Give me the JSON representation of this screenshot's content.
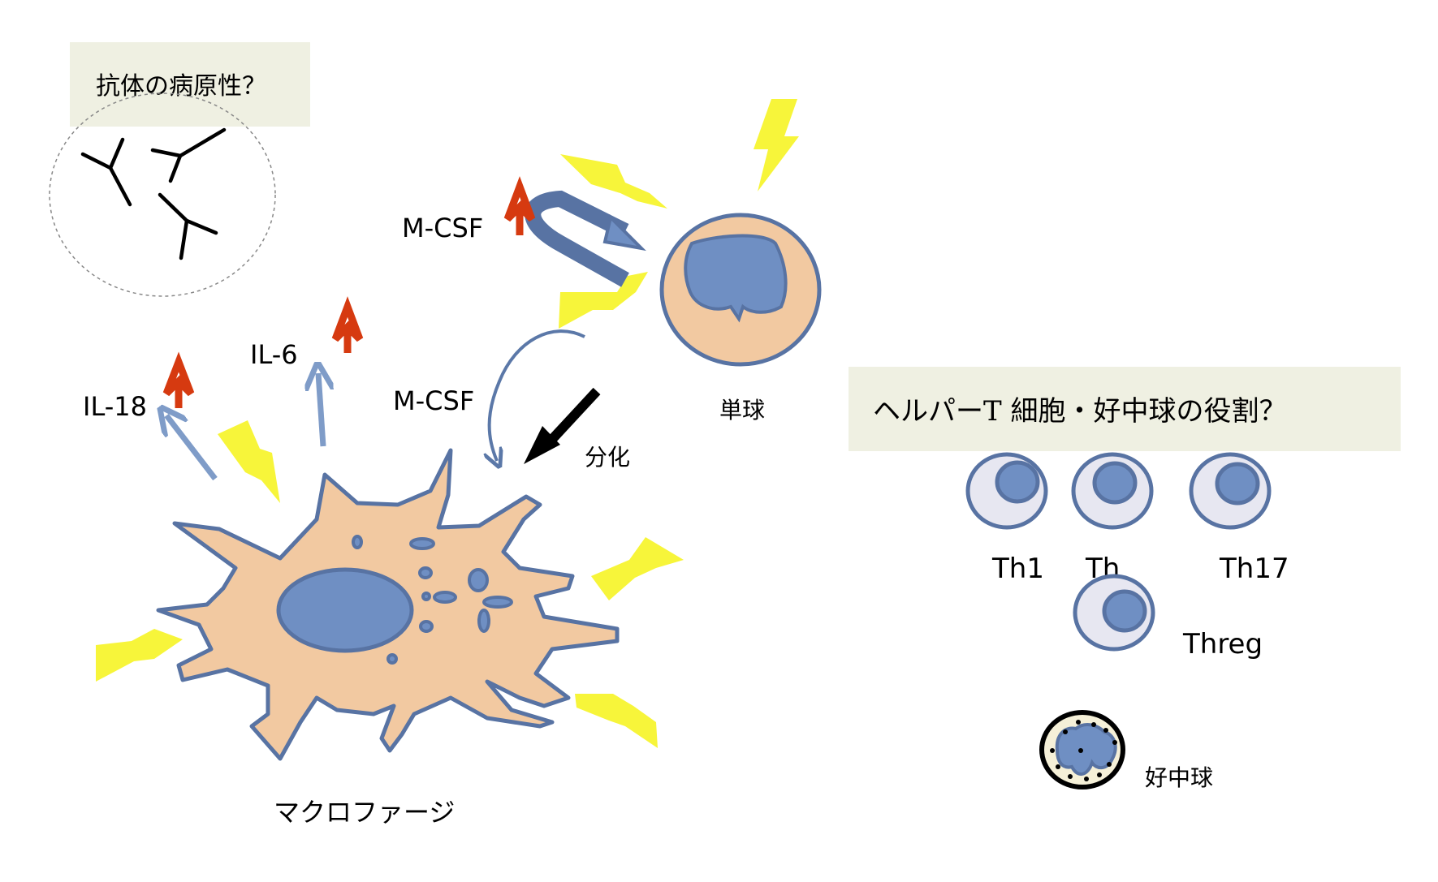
{
  "antibody_box": {
    "title": "抗体の病原性？"
  },
  "helper_box": {
    "title": "ヘルパーT 細胞・好中球の役割？"
  },
  "cytokines": {
    "mcsf_top": "M-CSF",
    "mcsf_mid": "M-CSF",
    "il6": "IL-6",
    "il18": "IL-18"
  },
  "process": {
    "differentiation": "分化"
  },
  "cells": {
    "monocyte": "単球",
    "macrophage": "マクロファージ",
    "th1": "Th1",
    "th2_partial": "Th",
    "th17": "Th17",
    "treg": "Threg",
    "neutrophil": "好中球"
  },
  "colors": {
    "cell_blue": "#6f8fc3",
    "cell_outline": "#5873a3",
    "cytoplasm": "#f2c9a1",
    "up_arrow_red": "#d63a10",
    "bolt_yellow": "#f7f53a",
    "box_bg": "#eff0e2",
    "arrow_blue": "#7f9cc8",
    "lymph_bg": "#e7e7f1"
  }
}
